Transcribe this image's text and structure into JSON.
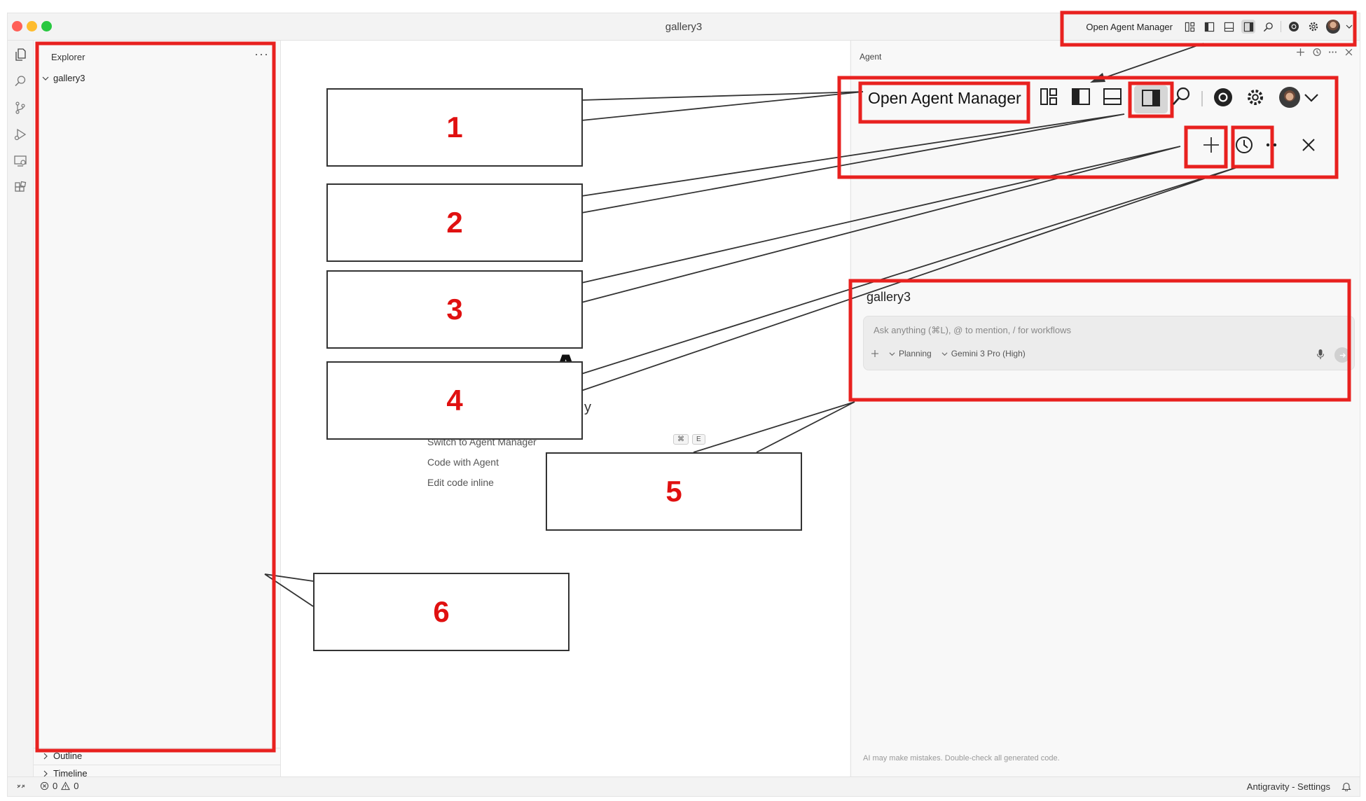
{
  "window": {
    "title": "gallery3"
  },
  "titlebar": {
    "agent_manager_label": "Open Agent Manager",
    "icons": [
      "layout-icon",
      "toggle-primary-sidebar-icon",
      "toggle-panel-icon",
      "toggle-secondary-sidebar-icon",
      "search-icon",
      "chrome-icon",
      "gear-icon",
      "avatar",
      "chevron-down-icon"
    ]
  },
  "activity_bar": [
    "explorer-icon",
    "search-icon",
    "source-control-icon",
    "run-debug-icon",
    "remote-explorer-icon",
    "extensions-icon"
  ],
  "sidebar": {
    "title": "Explorer",
    "more": "···",
    "folder": "gallery3",
    "panels": [
      "Outline",
      "Timeline"
    ]
  },
  "editor": {
    "fragment_letter": "A",
    "fragment_trailing": "y",
    "menu": [
      {
        "label": "Switch to Agent Manager",
        "keys": [
          "⌘",
          "E"
        ]
      },
      {
        "label": "Code with Agent"
      },
      {
        "label": "Edit code inline"
      }
    ]
  },
  "agent": {
    "title": "Agent",
    "workspace": "gallery3",
    "input_placeholder": "Ask anything (⌘L), @ to mention, / for workflows",
    "mode": "Planning",
    "model": "Gemini 3 Pro (High)",
    "disclaimer": "AI may make mistakes. Double-check all generated code."
  },
  "status_bar": {
    "errors": "0",
    "warnings": "0",
    "right_label": "Antigravity - Settings"
  },
  "annotations": {
    "callouts": [
      "1",
      "2",
      "3",
      "4",
      "5",
      "6"
    ],
    "highlight_color": "#e8211f"
  },
  "colors": {
    "accent_red": "#e8211f",
    "traffic_red": "#ff5f57",
    "traffic_yellow": "#febc2e",
    "traffic_green": "#28c840"
  }
}
